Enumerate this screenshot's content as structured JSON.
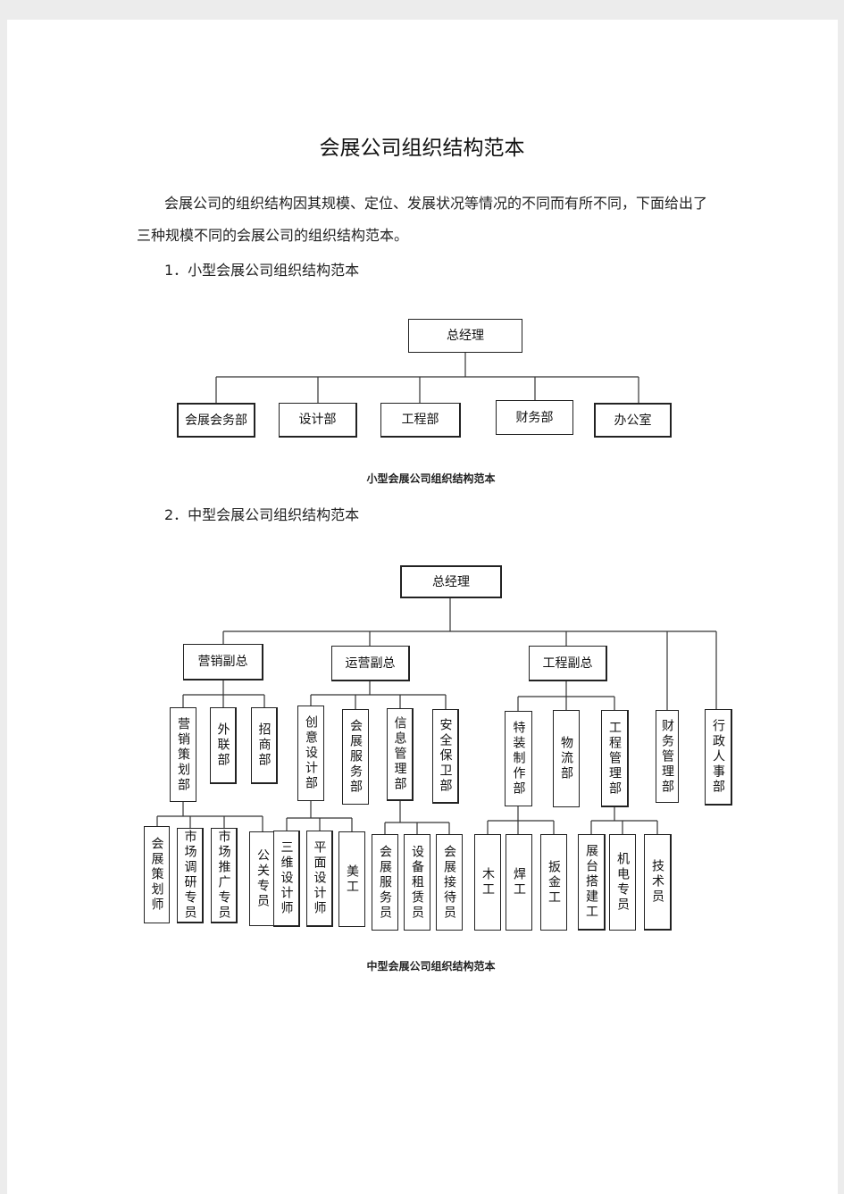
{
  "document": {
    "title": "会展公司组织结构范本",
    "intro_line1": "会展公司的组织结构因其规模、定位、发展状况等情况的不同而有所不同，下面给出了",
    "intro_line2": "三种规模不同的会展公司的组织结构范本。",
    "section1_heading": "1．小型会展公司组织结构范本",
    "section1_caption": "小型会展公司组织结构范本",
    "section2_heading": "2．中型会展公司组织结构范本",
    "section2_caption": "中型会展公司组织结构范本"
  },
  "small_chart": {
    "root": "总经理",
    "departments": [
      "会展会务部",
      "设计部",
      "工程部",
      "财务部",
      "办公室"
    ]
  },
  "medium_chart": {
    "root": "总经理",
    "vps": [
      "营销副总",
      "运营副总",
      "工程副总"
    ],
    "direct_departments": [
      "财务管理部",
      "行政人事部"
    ],
    "marketing_depts": [
      "营销策划部",
      "外联部",
      "招商部"
    ],
    "operations_depts": [
      "创意设计部",
      "会展服务部",
      "信息管理部",
      "安全保卫部"
    ],
    "engineering_depts": [
      "特装制作部",
      "物流部",
      "工程管理部"
    ],
    "marketing_staff": [
      "会展策划师",
      "市场调研专员",
      "市场推广专员",
      "公关专员"
    ],
    "design_staff": [
      "三维设计师",
      "平面设计师",
      "美工"
    ],
    "service_staff": [
      "会展服务员",
      "设备租赁员",
      "会展接待员"
    ],
    "fabrication_staff": [
      "木工",
      "焊工",
      "扳金工"
    ],
    "project_staff": [
      "展台搭建工",
      "机电专员",
      "技术员"
    ]
  }
}
